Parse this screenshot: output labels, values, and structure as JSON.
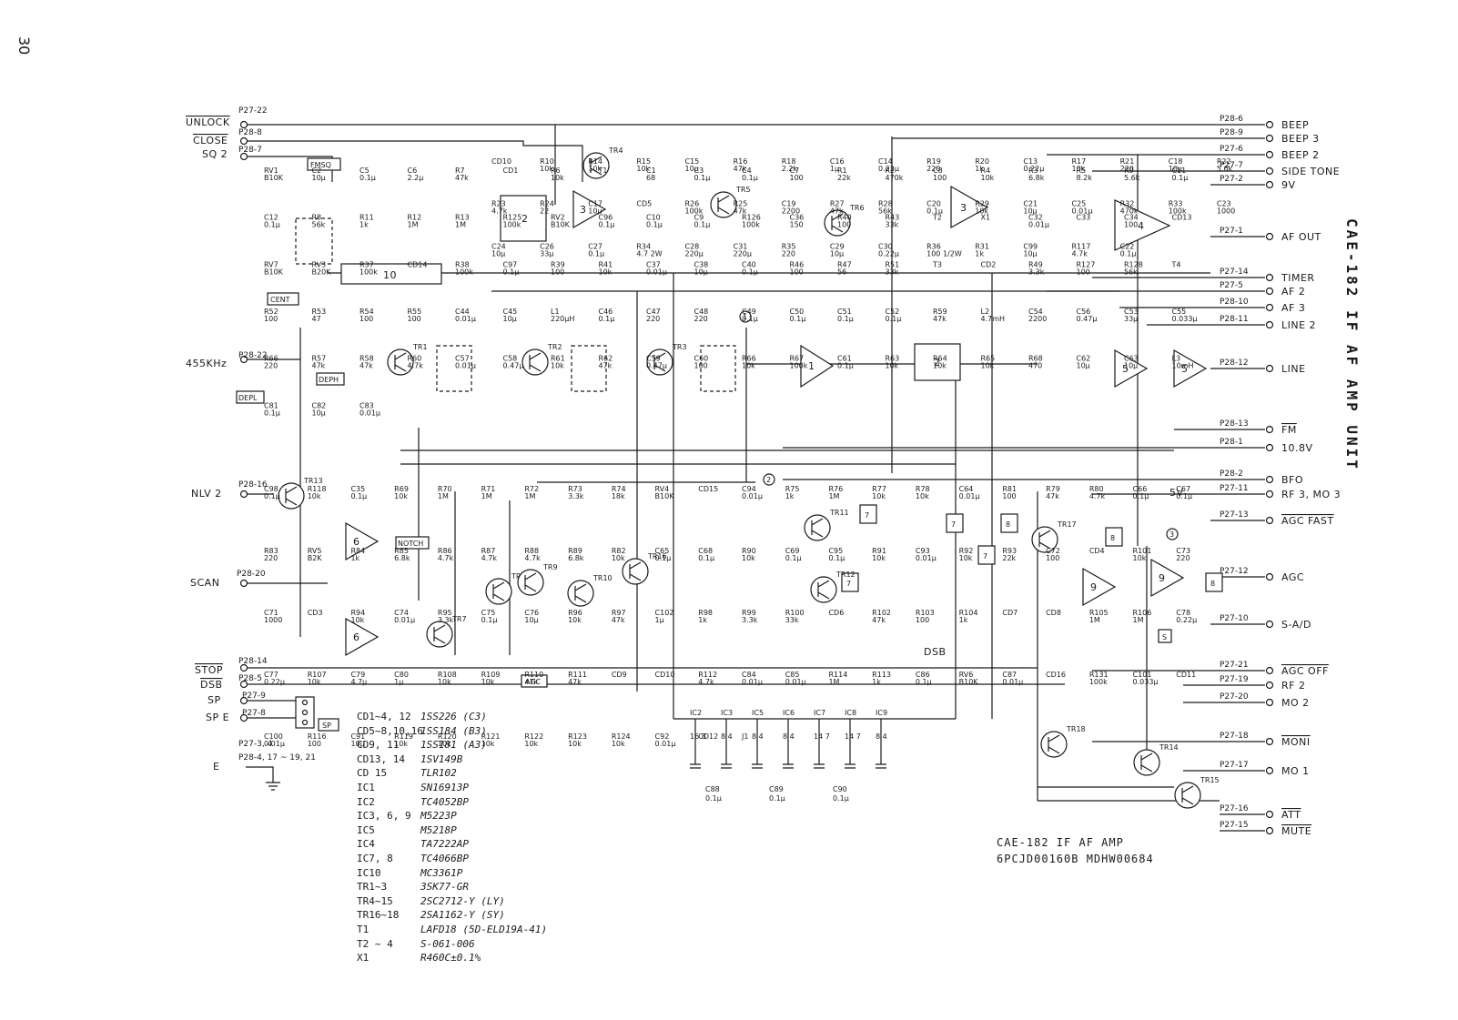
{
  "page_number": "30",
  "title": "CAE-182 IF AF AMP UNIT",
  "footer": {
    "line1": "CAE-182 IF AF AMP",
    "line2": "6PCJD00160B MDHW00684"
  },
  "left_signals": [
    {
      "name": "UNLOCK",
      "pin": "P27-22",
      "overline": true
    },
    {
      "name": "CLOSE",
      "pin": "P28-8",
      "overline": true
    },
    {
      "name": "SQ 2",
      "pin": "P28-7",
      "overline": false
    },
    {
      "name": "455KHz",
      "pin": "P28-22",
      "overline": false
    },
    {
      "name": "NLV 2",
      "pin": "P28-16",
      "overline": false
    },
    {
      "name": "SCAN",
      "pin": "P28-20",
      "overline": false
    },
    {
      "name": "STOP",
      "pin": "P28-14",
      "overline": true
    },
    {
      "name": "DSB",
      "pin": "P28-5",
      "overline": true
    },
    {
      "name": "SP",
      "pin": "P27-9",
      "overline": false
    },
    {
      "name": "SP E",
      "pin": "P27-8",
      "overline": false
    },
    {
      "name": "E",
      "pin": "P27-3, 4",
      "overline": false
    }
  ],
  "ground_note": "P28-4, 17 ~ 19, 21",
  "right_signals": [
    {
      "name": "BEEP",
      "pin": "P28-6",
      "overline": false
    },
    {
      "name": "BEEP 3",
      "pin": "P28-9",
      "overline": false
    },
    {
      "name": "BEEP 2",
      "pin": "P27-6",
      "overline": false
    },
    {
      "name": "SIDE TONE",
      "pin": "P27-7",
      "overline": false
    },
    {
      "name": "9V",
      "pin": "P27-2",
      "overline": false
    },
    {
      "name": "AF OUT",
      "pin": "P27-1",
      "overline": false
    },
    {
      "name": "TIMER",
      "pin": "P27-14",
      "overline": false
    },
    {
      "name": "AF 2",
      "pin": "P27-5",
      "overline": false
    },
    {
      "name": "AF 3",
      "pin": "P28-10",
      "overline": false
    },
    {
      "name": "LINE 2",
      "pin": "P28-11",
      "overline": false
    },
    {
      "name": "LINE",
      "pin": "P28-12",
      "overline": false
    },
    {
      "name": "FM",
      "pin": "P28-13",
      "overline": true
    },
    {
      "name": "10.8V",
      "pin": "P28-1",
      "overline": false
    },
    {
      "name": "BFO",
      "pin": "P28-2",
      "overline": false
    },
    {
      "name": "RF 3, MO 3",
      "pin": "P27-11",
      "overline": false
    },
    {
      "name": "AGC FAST",
      "pin": "P27-13",
      "overline": true
    },
    {
      "name": "AGC",
      "pin": "P27-12",
      "overline": false
    },
    {
      "name": "S-A/D",
      "pin": "P27-10",
      "overline": false
    },
    {
      "name": "AGC OFF",
      "pin": "P27-21",
      "overline": true
    },
    {
      "name": "RF 2",
      "pin": "P27-19",
      "overline": false
    },
    {
      "name": "MO 2",
      "pin": "P27-20",
      "overline": false
    },
    {
      "name": "MONI",
      "pin": "P27-18",
      "overline": true
    },
    {
      "name": "MO 1",
      "pin": "P27-17",
      "overline": false
    },
    {
      "name": "ATT",
      "pin": "P27-16",
      "overline": true
    },
    {
      "name": "MUTE",
      "pin": "P27-15",
      "overline": true
    }
  ],
  "box_labels": [
    "FMSQ",
    "CENT",
    "DEPH",
    "DEPL",
    "NOTCH",
    "AGC",
    "SP",
    "S"
  ],
  "transistors": [
    "TR1",
    "TR2",
    "TR3",
    "TR4",
    "TR5",
    "TR6",
    "TR7",
    "TR8",
    "TR9",
    "TR10",
    "TR11",
    "TR12",
    "TR13",
    "TR14",
    "TR15",
    "TR16",
    "TR17",
    "TR18"
  ],
  "ics": [
    "1",
    "2",
    "3",
    "4",
    "5",
    "6",
    "7",
    "8",
    "9",
    "10"
  ],
  "test_points": [
    "1",
    "2",
    "3"
  ],
  "bom": [
    {
      "ref": "CD1~4, 12",
      "part": "1SS226 (C3)"
    },
    {
      "ref": "CD5~8,10,16",
      "part": "1SS184 (B3)"
    },
    {
      "ref": "CD9, 11",
      "part": "1SS181 (A3)"
    },
    {
      "ref": "CD13, 14",
      "part": "1SV149B"
    },
    {
      "ref": "CD 15",
      "part": "TLR102"
    },
    {
      "ref": "IC1",
      "part": "SN16913P"
    },
    {
      "ref": "IC2",
      "part": "TC4052BP"
    },
    {
      "ref": "IC3, 6, 9",
      "part": "M5223P"
    },
    {
      "ref": "IC5",
      "part": "M5218P"
    },
    {
      "ref": "IC4",
      "part": "TA7222AP"
    },
    {
      "ref": "IC7, 8",
      "part": "TC4066BP"
    },
    {
      "ref": "IC10",
      "part": "MC3361P"
    },
    {
      "ref": "TR1~3",
      "part": "3SK77-GR"
    },
    {
      "ref": "TR4~15",
      "part": "2SC2712-Y (LY)"
    },
    {
      "ref": "TR16~18",
      "part": "2SA1162-Y (SY)"
    },
    {
      "ref": "T1",
      "part": "LAFD18 (5D-ELD19A-41)"
    },
    {
      "ref": "T2 ~ 4",
      "part": "S-061-006"
    },
    {
      "ref": "X1",
      "part": "R460C±0.1%"
    }
  ],
  "ic_bypass": [
    {
      "ic": "IC2",
      "pins": "16 8"
    },
    {
      "ic": "IC3",
      "pins": "8 4"
    },
    {
      "ic": "IC5",
      "pins": "8 4"
    },
    {
      "ic": "IC6",
      "pins": "8 4"
    },
    {
      "ic": "IC7",
      "pins": "14 7"
    },
    {
      "ic": "IC8",
      "pins": "14 7"
    },
    {
      "ic": "IC9",
      "pins": "8 4"
    }
  ],
  "bypass_caps": [
    {
      "ref": "C88",
      "value": "0.1μ"
    },
    {
      "ref": "C89",
      "value": "0.1μ"
    },
    {
      "ref": "C90",
      "value": "0.1μ"
    }
  ],
  "parts_top": [
    {
      "ref": "CD10"
    },
    {
      "ref": "R10",
      "value": "10k"
    },
    {
      "ref": "R14",
      "value": "10k"
    },
    {
      "ref": "R15",
      "value": "10k"
    },
    {
      "ref": "C15",
      "value": "10μ"
    },
    {
      "ref": "R16",
      "value": "47k"
    },
    {
      "ref": "R18",
      "value": "2.2k"
    },
    {
      "ref": "C16",
      "value": "1μ"
    },
    {
      "ref": "C14",
      "value": "0.22μ"
    },
    {
      "ref": "R19",
      "value": "220"
    },
    {
      "ref": "R20",
      "value": "1k"
    },
    {
      "ref": "C13",
      "value": "0.22μ"
    },
    {
      "ref": "R17",
      "value": "10k"
    },
    {
      "ref": "R21",
      "value": "220"
    },
    {
      "ref": "C18",
      "value": "10μ"
    },
    {
      "ref": "R22",
      "value": "5.6k"
    },
    {
      "ref": "R23",
      "value": "4.7k"
    },
    {
      "ref": "R24",
      "value": "22"
    },
    {
      "ref": "C17",
      "value": "10μ"
    },
    {
      "ref": "CD5"
    },
    {
      "ref": "R26",
      "value": "100k"
    },
    {
      "ref": "R25",
      "value": "47k"
    },
    {
      "ref": "C19",
      "value": "2200"
    },
    {
      "ref": "R27",
      "value": "47k"
    },
    {
      "ref": "R28",
      "value": "56k"
    },
    {
      "ref": "C20",
      "value": "0.1μ"
    },
    {
      "ref": "R29",
      "value": "10k"
    },
    {
      "ref": "C21",
      "value": "10μ"
    },
    {
      "ref": "C25",
      "value": "0.01μ"
    },
    {
      "ref": "R32",
      "value": "470k"
    },
    {
      "ref": "R33",
      "value": "100k"
    },
    {
      "ref": "C23",
      "value": "1000"
    },
    {
      "ref": "C24",
      "value": "10μ"
    },
    {
      "ref": "C26",
      "value": "33μ"
    },
    {
      "ref": "C27",
      "value": "0.1μ"
    },
    {
      "ref": "R34",
      "value": "4.7 2W"
    },
    {
      "ref": "C28",
      "value": "220μ"
    },
    {
      "ref": "C31",
      "value": "220μ"
    },
    {
      "ref": "R35",
      "value": "220"
    },
    {
      "ref": "C29",
      "value": "10μ"
    },
    {
      "ref": "C30",
      "value": "0.22μ"
    },
    {
      "ref": "R36",
      "value": "100 1/2W"
    },
    {
      "ref": "R31",
      "value": "1k"
    },
    {
      "ref": "C99",
      "value": "10μ"
    },
    {
      "ref": "R117",
      "value": "4.7k"
    },
    {
      "ref": "C22",
      "value": "0.1μ"
    }
  ],
  "parts_middle": [
    {
      "ref": "RV1",
      "value": "B10K"
    },
    {
      "ref": "C2",
      "value": "10μ"
    },
    {
      "ref": "C5",
      "value": "0.1μ"
    },
    {
      "ref": "C6",
      "value": "2.2μ"
    },
    {
      "ref": "R7",
      "value": "47k"
    },
    {
      "ref": "CD1"
    },
    {
      "ref": "R6",
      "value": "10k"
    },
    {
      "ref": "T1"
    },
    {
      "ref": "C1",
      "value": "68"
    },
    {
      "ref": "C3",
      "value": "0.1μ"
    },
    {
      "ref": "C4",
      "value": "0.1μ"
    },
    {
      "ref": "C7",
      "value": "100"
    },
    {
      "ref": "R1",
      "value": "22k"
    },
    {
      "ref": "R2",
      "value": "470k"
    },
    {
      "ref": "C8",
      "value": "100"
    },
    {
      "ref": "R4",
      "value": "10k"
    },
    {
      "ref": "R3",
      "value": "6.8k"
    },
    {
      "ref": "R5",
      "value": "8.2k"
    },
    {
      "ref": "R9",
      "value": "5.6k"
    },
    {
      "ref": "C11",
      "value": "0.1μ"
    },
    {
      "ref": "C12",
      "value": "0.1μ"
    },
    {
      "ref": "R8",
      "value": "56k"
    },
    {
      "ref": "R11",
      "value": "1k"
    },
    {
      "ref": "R12",
      "value": "1M"
    },
    {
      "ref": "R13",
      "value": "1M"
    },
    {
      "ref": "R125",
      "value": "100k"
    },
    {
      "ref": "RV2",
      "value": "B10K"
    },
    {
      "ref": "C96",
      "value": "0.1μ"
    },
    {
      "ref": "C10",
      "value": "0.1μ"
    },
    {
      "ref": "C9",
      "value": "0.1μ"
    },
    {
      "ref": "R126",
      "value": "100k"
    },
    {
      "ref": "C36",
      "value": "150"
    },
    {
      "ref": "R40",
      "value": "100"
    },
    {
      "ref": "R43",
      "value": "33k"
    },
    {
      "ref": "T2"
    },
    {
      "ref": "X1"
    },
    {
      "ref": "C32",
      "value": "0.01μ"
    },
    {
      "ref": "C33"
    },
    {
      "ref": "C34",
      "value": "100"
    },
    {
      "ref": "CD13"
    },
    {
      "ref": "RV7",
      "value": "B10K"
    },
    {
      "ref": "RV3",
      "value": "B20K"
    },
    {
      "ref": "R37",
      "value": "100k"
    },
    {
      "ref": "CD14"
    },
    {
      "ref": "R38",
      "value": "100k"
    },
    {
      "ref": "C97",
      "value": "0.1μ"
    },
    {
      "ref": "R39",
      "value": "100"
    },
    {
      "ref": "R41",
      "value": "10k"
    },
    {
      "ref": "C37",
      "value": "0.01μ"
    },
    {
      "ref": "C38",
      "value": "10μ"
    },
    {
      "ref": "C40",
      "value": "0.1μ"
    },
    {
      "ref": "R46",
      "value": "100"
    },
    {
      "ref": "R47",
      "value": "56"
    },
    {
      "ref": "R51",
      "value": "33k"
    },
    {
      "ref": "T3"
    },
    {
      "ref": "CD2"
    },
    {
      "ref": "R49",
      "value": "3.3k"
    },
    {
      "ref": "R127",
      "value": "100"
    },
    {
      "ref": "R128",
      "value": "56k"
    },
    {
      "ref": "T4"
    },
    {
      "ref": "R52",
      "value": "100"
    },
    {
      "ref": "R53",
      "value": "47"
    },
    {
      "ref": "R54",
      "value": "100"
    },
    {
      "ref": "R55",
      "value": "100"
    },
    {
      "ref": "C44",
      "value": "0.01μ"
    },
    {
      "ref": "C45",
      "value": "10μ"
    },
    {
      "ref": "L1",
      "value": "220μH"
    },
    {
      "ref": "C46",
      "value": "0.1μ"
    },
    {
      "ref": "C47",
      "value": "220"
    },
    {
      "ref": "C48",
      "value": "220"
    },
    {
      "ref": "C49",
      "value": "0.1μ"
    },
    {
      "ref": "C50",
      "value": "0.1μ"
    },
    {
      "ref": "C51",
      "value": "0.1μ"
    },
    {
      "ref": "C52",
      "value": "0.1μ"
    },
    {
      "ref": "R59",
      "value": "47k"
    },
    {
      "ref": "L2",
      "value": "4.7mH"
    },
    {
      "ref": "C54",
      "value": "2200"
    },
    {
      "ref": "C56",
      "value": "0.47μ"
    },
    {
      "ref": "C53",
      "value": "33μ"
    },
    {
      "ref": "C55",
      "value": "0.033μ"
    },
    {
      "ref": "R66",
      "value": "220"
    },
    {
      "ref": "R57",
      "value": "47k"
    },
    {
      "ref": "R58",
      "value": "47k"
    },
    {
      "ref": "R60",
      "value": "4.7k"
    },
    {
      "ref": "C57",
      "value": "0.01μ"
    },
    {
      "ref": "C58",
      "value": "0.47μ"
    },
    {
      "ref": "R61",
      "value": "10k"
    },
    {
      "ref": "R62",
      "value": "47k"
    },
    {
      "ref": "C59",
      "value": "0.47μ"
    },
    {
      "ref": "C60",
      "value": "100"
    },
    {
      "ref": "R66",
      "value": "10k"
    },
    {
      "ref": "R67",
      "value": "100k"
    },
    {
      "ref": "C61",
      "value": "0.1μ"
    },
    {
      "ref": "R63",
      "value": "10k"
    },
    {
      "ref": "R64",
      "value": "10k"
    },
    {
      "ref": "R65",
      "value": "10k"
    },
    {
      "ref": "R68",
      "value": "470"
    },
    {
      "ref": "C62",
      "value": "10μ"
    },
    {
      "ref": "C63",
      "value": "10μ"
    },
    {
      "ref": "L3",
      "value": "10mH"
    },
    {
      "ref": "C81",
      "value": "0.1μ"
    },
    {
      "ref": "C82",
      "value": "10μ"
    },
    {
      "ref": "C83",
      "value": "0.01μ"
    }
  ],
  "parts_bottom": [
    {
      "ref": "C98",
      "value": "0.1μ"
    },
    {
      "ref": "R118",
      "value": "10k"
    },
    {
      "ref": "C35",
      "value": "0.1μ"
    },
    {
      "ref": "R69",
      "value": "10k"
    },
    {
      "ref": "R70",
      "value": "1M"
    },
    {
      "ref": "R71",
      "value": "1M"
    },
    {
      "ref": "R72",
      "value": "1M"
    },
    {
      "ref": "R73",
      "value": "3.3k"
    },
    {
      "ref": "R74",
      "value": "18k"
    },
    {
      "ref": "RV4",
      "value": "B10K"
    },
    {
      "ref": "CD15"
    },
    {
      "ref": "C94",
      "value": "0.01μ"
    },
    {
      "ref": "R75",
      "value": "1k"
    },
    {
      "ref": "R76",
      "value": "1M"
    },
    {
      "ref": "R77",
      "value": "10k"
    },
    {
      "ref": "R78",
      "value": "10k"
    },
    {
      "ref": "C64",
      "value": "0.01μ"
    },
    {
      "ref": "R81",
      "value": "100"
    },
    {
      "ref": "R79",
      "value": "47k"
    },
    {
      "ref": "R80",
      "value": "4.7k"
    },
    {
      "ref": "C66",
      "value": "0.1μ"
    },
    {
      "ref": "C67",
      "value": "0.1μ"
    },
    {
      "ref": "R83",
      "value": "220"
    },
    {
      "ref": "RV5",
      "value": "B2K"
    },
    {
      "ref": "R84",
      "value": "1k"
    },
    {
      "ref": "R85",
      "value": "6.8k"
    },
    {
      "ref": "R86",
      "value": "4.7k"
    },
    {
      "ref": "R87",
      "value": "4.7k"
    },
    {
      "ref": "R88",
      "value": "4.7k"
    },
    {
      "ref": "R89",
      "value": "6.8k"
    },
    {
      "ref": "R82",
      "value": "10k"
    },
    {
      "ref": "C65",
      "value": "0.1μ"
    },
    {
      "ref": "C68",
      "value": "0.1μ"
    },
    {
      "ref": "R90",
      "value": "10k"
    },
    {
      "ref": "C69",
      "value": "0.1μ"
    },
    {
      "ref": "C95",
      "value": "0.1μ"
    },
    {
      "ref": "R91",
      "value": "10k"
    },
    {
      "ref": "C93",
      "value": "0.01μ"
    },
    {
      "ref": "R92",
      "value": "10k"
    },
    {
      "ref": "R93",
      "value": "22k"
    },
    {
      "ref": "C72",
      "value": "100"
    },
    {
      "ref": "CD4"
    },
    {
      "ref": "R101",
      "value": "10k"
    },
    {
      "ref": "C73",
      "value": "220"
    },
    {
      "ref": "C71",
      "value": "1000"
    },
    {
      "ref": "CD3"
    },
    {
      "ref": "R94",
      "value": "10k"
    },
    {
      "ref": "C74",
      "value": "0.01μ"
    },
    {
      "ref": "R95",
      "value": "3.3k"
    },
    {
      "ref": "C75",
      "value": "0.1μ"
    },
    {
      "ref": "C76",
      "value": "10μ"
    },
    {
      "ref": "R96",
      "value": "10k"
    },
    {
      "ref": "R97",
      "value": "47k"
    },
    {
      "ref": "C102",
      "value": "1μ"
    },
    {
      "ref": "R98",
      "value": "1k"
    },
    {
      "ref": "R99",
      "value": "3.3k"
    },
    {
      "ref": "R100",
      "value": "33k"
    },
    {
      "ref": "CD6"
    },
    {
      "ref": "R102",
      "value": "47k"
    },
    {
      "ref": "R103",
      "value": "100"
    },
    {
      "ref": "R104",
      "value": "1k"
    },
    {
      "ref": "CD7"
    },
    {
      "ref": "CD8"
    },
    {
      "ref": "R105",
      "value": "1M"
    },
    {
      "ref": "R106",
      "value": "1M"
    },
    {
      "ref": "C78",
      "value": "0.22μ"
    },
    {
      "ref": "C77",
      "value": "0.22μ"
    },
    {
      "ref": "R107",
      "value": "10k"
    },
    {
      "ref": "C79",
      "value": "4.7μ"
    },
    {
      "ref": "C80",
      "value": "1μ"
    },
    {
      "ref": "R108",
      "value": "10k"
    },
    {
      "ref": "R109",
      "value": "10k"
    },
    {
      "ref": "R110",
      "value": "47k"
    },
    {
      "ref": "R111",
      "value": "47k"
    },
    {
      "ref": "CD9"
    },
    {
      "ref": "CD10"
    },
    {
      "ref": "R112",
      "value": "4.7k"
    },
    {
      "ref": "C84",
      "value": "0.01μ"
    },
    {
      "ref": "C85",
      "value": "0.01μ"
    },
    {
      "ref": "R114",
      "value": "1M"
    },
    {
      "ref": "R113",
      "value": "1k"
    },
    {
      "ref": "C86",
      "value": "0.1μ"
    },
    {
      "ref": "RV6",
      "value": "B10K"
    },
    {
      "ref": "C87",
      "value": "0.01μ"
    },
    {
      "ref": "CD16"
    },
    {
      "ref": "R131",
      "value": "100k"
    },
    {
      "ref": "C101",
      "value": "0.033μ"
    },
    {
      "ref": "CD11"
    },
    {
      "ref": "C100",
      "value": "0.01μ"
    },
    {
      "ref": "R116",
      "value": "100"
    },
    {
      "ref": "C91",
      "value": "10μ"
    },
    {
      "ref": "R119",
      "value": "10k"
    },
    {
      "ref": "R120",
      "value": "10k"
    },
    {
      "ref": "R121",
      "value": "10k"
    },
    {
      "ref": "R122",
      "value": "10k"
    },
    {
      "ref": "R123",
      "value": "10k"
    },
    {
      "ref": "R124",
      "value": "10k"
    },
    {
      "ref": "C92",
      "value": "0.01μ"
    },
    {
      "ref": "CD12"
    },
    {
      "ref": "J1"
    }
  ],
  "net_labels": [
    "5V",
    "DSB"
  ]
}
